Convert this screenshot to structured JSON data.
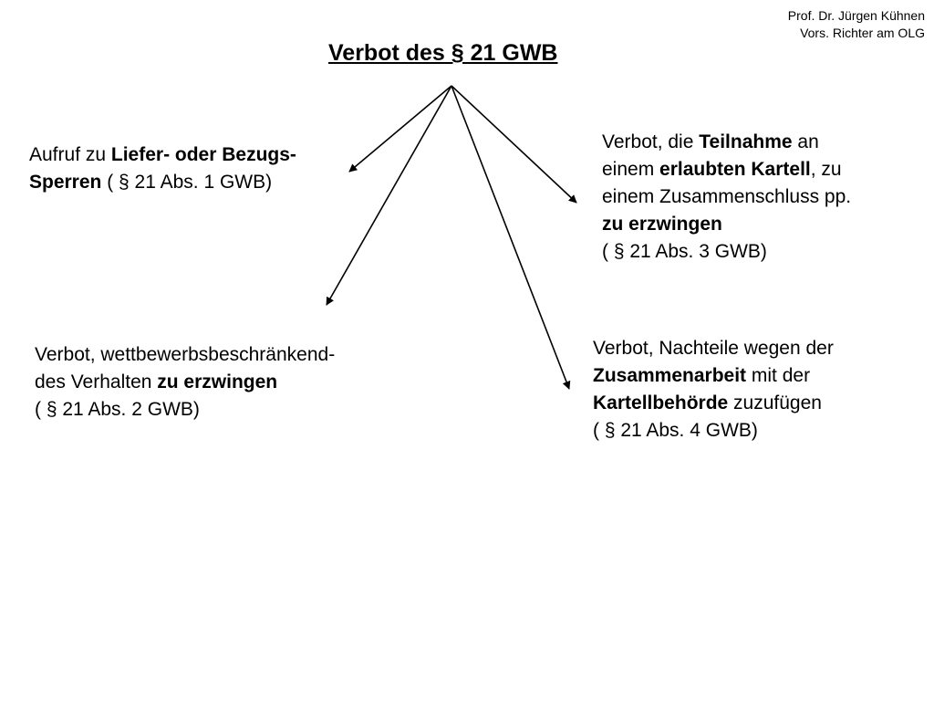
{
  "author": {
    "line1": "Prof. Dr. Jürgen Kühnen",
    "line2": "Vors. Richter am OLG"
  },
  "title": "Verbot des  §  21 GWB",
  "nodes": {
    "abs1": {
      "l1_a": "Aufruf zu ",
      "l1_b": "Liefer- oder Bezugs-",
      "l2_a": "Sperren",
      "l2_b": " ( §  21 Abs. 1 GWB)"
    },
    "abs3": {
      "l1_a": "Verbot, die ",
      "l1_b": "Teilnahme",
      "l1_c": " an",
      "l2_a": "einem ",
      "l2_b": "erlaubten Kartell",
      "l2_c": ", zu",
      "l3": "einem Zusammenschluss pp.",
      "l4": "zu erzwingen",
      "l5": "( §  21 Abs. 3 GWB)"
    },
    "abs2": {
      "l1": "Verbot, wettbewerbsbeschränkend-",
      "l2_a": "des Verhalten ",
      "l2_b": "zu erzwingen",
      "l3": "( §  21 Abs. 2 GWB)"
    },
    "abs4": {
      "l1": "Verbot, Nachteile wegen der",
      "l2_a": "Zusammenarbeit",
      "l2_b": " mit der",
      "l3_a": "Kartellbehörde",
      "l3_b": " zuzufügen",
      "l4": "( §  21 Abs. 4 GWB)"
    }
  },
  "edges": [
    {
      "from": "title",
      "to": "abs1"
    },
    {
      "from": "title",
      "to": "abs3"
    },
    {
      "from": "title",
      "to": "abs2"
    },
    {
      "from": "title",
      "to": "abs4"
    }
  ]
}
